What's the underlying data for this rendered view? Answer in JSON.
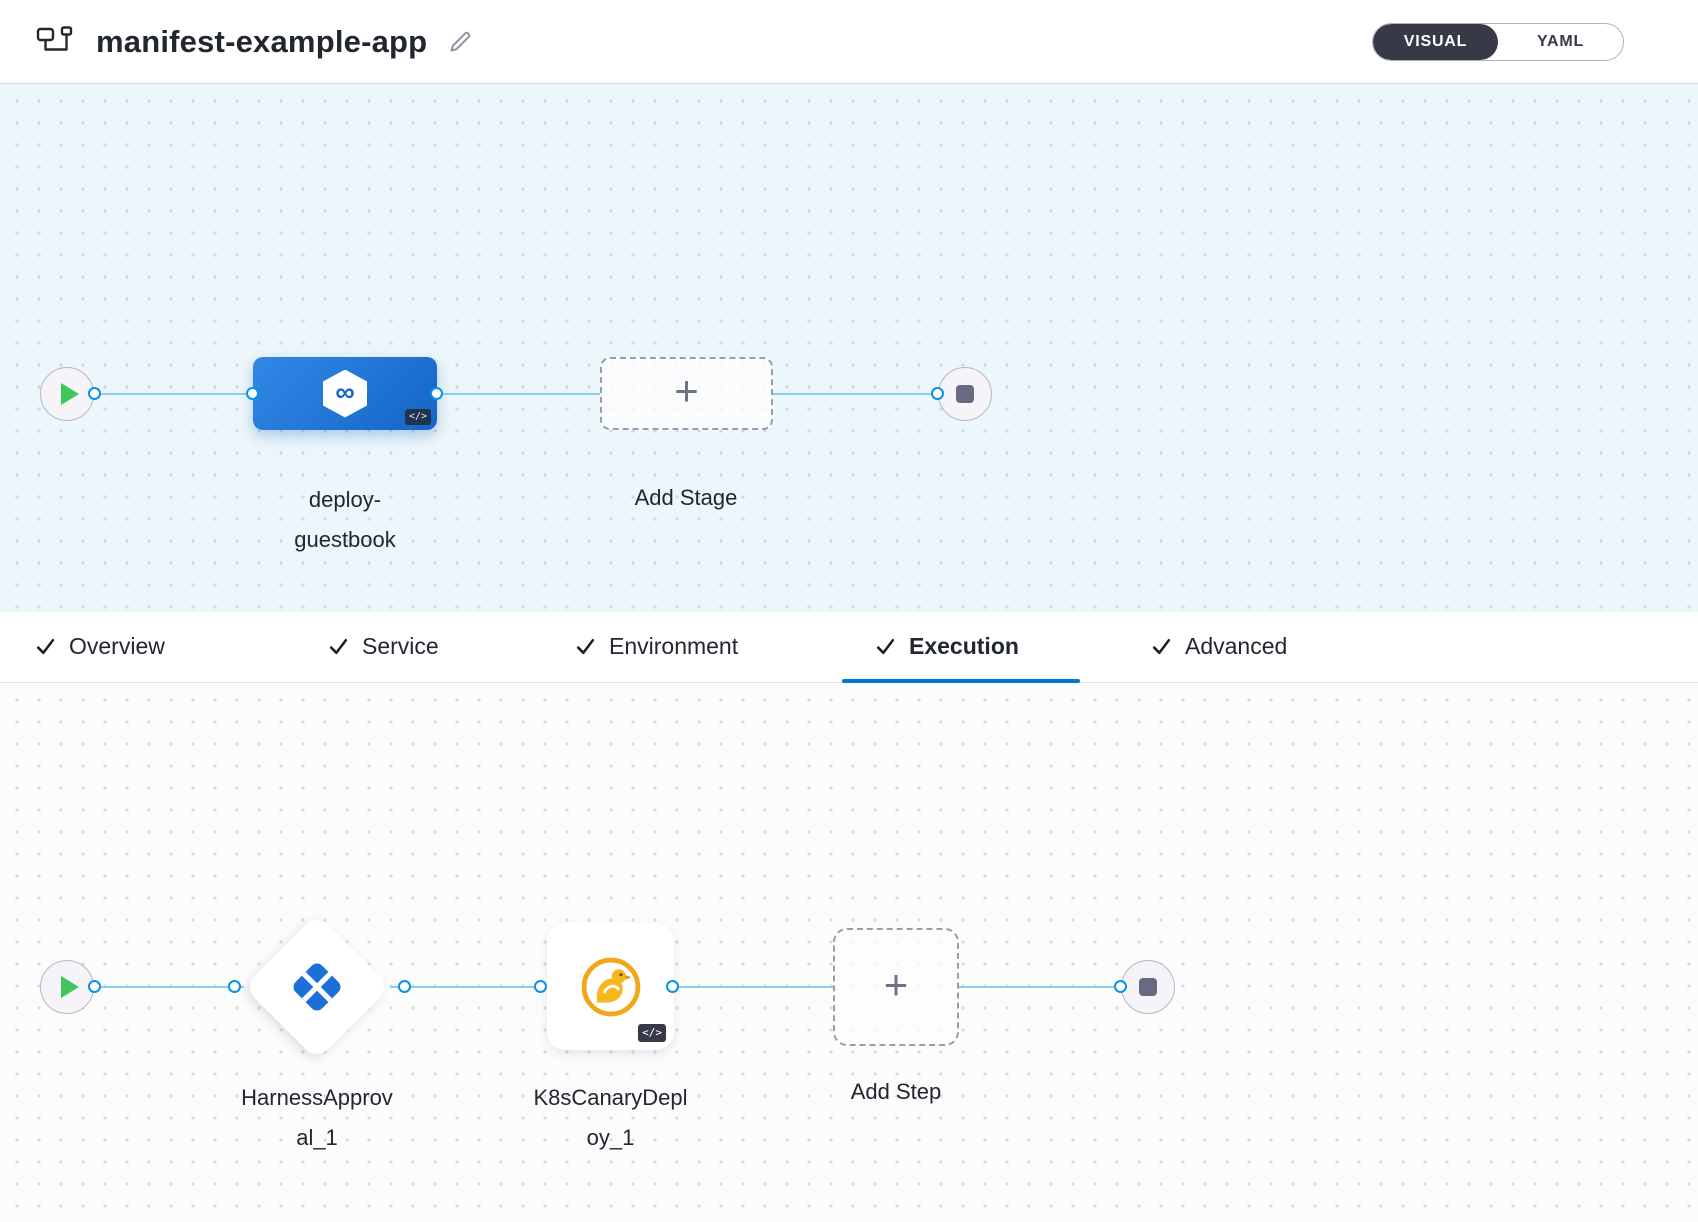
{
  "header": {
    "title": "manifest-example-app",
    "mode_toggle": {
      "visual": "VISUAL",
      "yaml": "YAML",
      "selected": "VISUAL"
    }
  },
  "icons": {
    "plus": "+",
    "infinity": "∞",
    "code": "</>"
  },
  "stage_pipeline": {
    "stage_name": "deploy-guestbook",
    "add_stage": "Add Stage"
  },
  "tabs": [
    {
      "label": "Overview",
      "checked": true,
      "active": false
    },
    {
      "label": "Service",
      "checked": true,
      "active": false
    },
    {
      "label": "Environment",
      "checked": true,
      "active": false
    },
    {
      "label": "Execution",
      "checked": true,
      "active": true
    },
    {
      "label": "Advanced",
      "checked": true,
      "active": false
    }
  ],
  "execution_pipeline": {
    "steps": [
      {
        "name": "HarnessApproval_1"
      },
      {
        "name": "K8sCanaryDeploy_1"
      }
    ],
    "add_step": "Add Step"
  },
  "colors": {
    "accent": "#0278d5",
    "node_blue": "#1565c6",
    "toggle_dark": "#383946",
    "connector": "#8ccdf2",
    "canary_yellow": "#f6b71f",
    "play_green": "#3fc65c"
  }
}
